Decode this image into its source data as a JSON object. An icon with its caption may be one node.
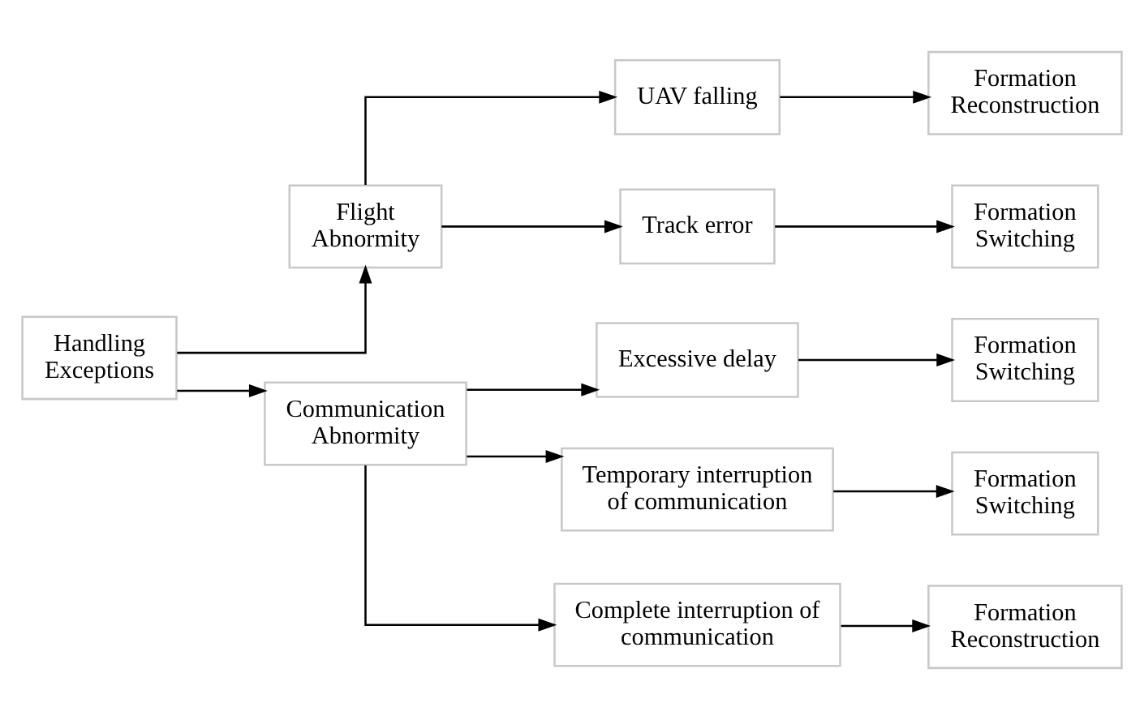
{
  "diagram": {
    "nodes": [
      {
        "text": [
          "Handling Exceptions"
        ]
      },
      {
        "text": [
          "Flight Abnormity"
        ]
      },
      {
        "text": [
          "Communication Abnormity"
        ]
      },
      {
        "text": [
          "UAV falling"
        ]
      },
      {
        "text": [
          "Track error"
        ]
      },
      {
        "text": [
          "Excessive delay"
        ]
      },
      {
        "text": [
          "Temporary interruption of communication"
        ]
      },
      {
        "text": [
          "Complete interruption of communication"
        ]
      },
      {
        "text": [
          "Formation Reconstruction"
        ]
      },
      {
        "text": [
          "Formation Switching"
        ]
      },
      {
        "text": [
          "Formation Switching"
        ]
      },
      {
        "text": [
          "Formation Switching"
        ]
      },
      {
        "text": [
          "Formation Reconstruction"
        ]
      }
    ],
    "edges": [
      {
        "from": 0,
        "to": 1,
        "arrow": "to"
      },
      {
        "from": 0,
        "to": 2,
        "arrow": "to"
      },
      {
        "from": 1,
        "to": 3,
        "arrow": "to"
      },
      {
        "from": 1,
        "to": 4,
        "arrow": "to"
      },
      {
        "from": 2,
        "to": 5,
        "arrow": "to"
      },
      {
        "from": 2,
        "to": 6,
        "arrow": "to"
      },
      {
        "from": 2,
        "to": 7,
        "arrow": "to"
      },
      {
        "from": 3,
        "to": 8,
        "arrow": "to"
      },
      {
        "from": 4,
        "to": 9,
        "arrow": "to"
      },
      {
        "from": 5,
        "to": 10,
        "arrow": "to"
      },
      {
        "from": 6,
        "to": 11,
        "arrow": "to"
      },
      {
        "from": 7,
        "to": 12,
        "arrow": "to"
      }
    ]
  }
}
